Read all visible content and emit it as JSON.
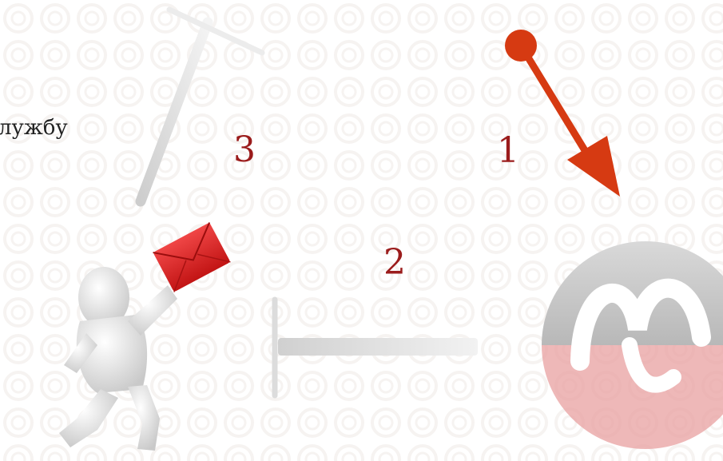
{
  "diagram": {
    "text_fragment": "лужбу",
    "steps": [
      {
        "label": "1"
      },
      {
        "label": "2"
      },
      {
        "label": "3"
      }
    ]
  },
  "colors": {
    "accent_arrow": "#d63a12",
    "step_number": "#9b1c1c",
    "grey_arrow": "#cfcfcf",
    "logo_grey": "#c8c8c8",
    "logo_red": "#e8a0a0",
    "envelope_red": "#e02020"
  },
  "icons": {
    "person": "person-running-with-letter-icon",
    "logo": "brand-logo-icon"
  }
}
